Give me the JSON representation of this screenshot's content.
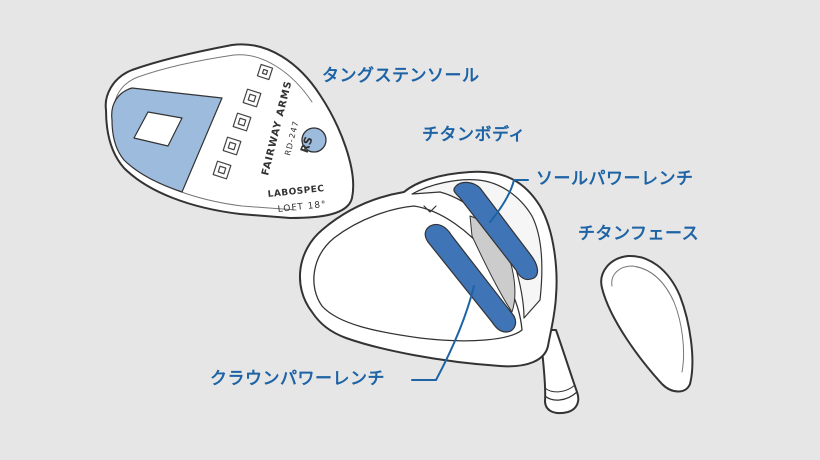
{
  "labels": {
    "tungsten_sole": "タングステンソール",
    "titanium_body": "チタンボディ",
    "sole_power_wrench": "ソールパワーレンチ",
    "titanium_face": "チタンフェース",
    "crown_power_wrench": "クラウンパワーレンチ"
  },
  "sole_markings": {
    "model": "FAIRWAY ARMS",
    "model_number": "RD-247",
    "badge": "RS",
    "brand": "LABOSPEC",
    "loft": "LOFT 18°"
  },
  "colors": {
    "background": "#e6e6e6",
    "accent_blue": "#1d63a5",
    "wrench_blue": "#3f74b6",
    "tungsten_light_blue": "#9dbbdc",
    "outline": "#333333"
  }
}
